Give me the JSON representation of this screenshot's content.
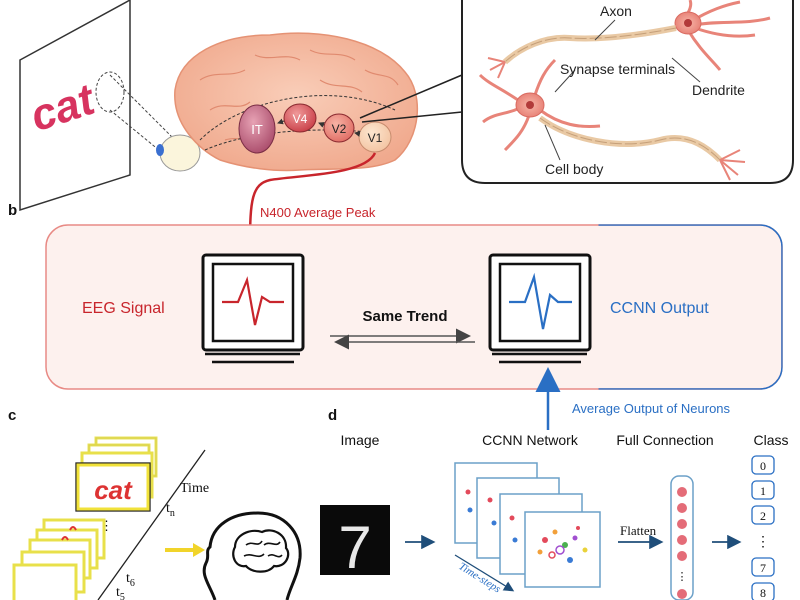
{
  "panel_a": {
    "word": "cat",
    "areas": {
      "it": "IT",
      "v4": "V4",
      "v2": "V2",
      "v1": "V1"
    },
    "neuron": {
      "axon": "Axon",
      "synapse": "Synapse terminals",
      "dendrite": "Dendrite",
      "cell_body": "Cell body"
    },
    "n400_label": "N400 Average Peak"
  },
  "panel_b": {
    "tag": "b",
    "eeg_label": "EEG Signal",
    "trend_label": "Same Trend",
    "ccnn_output_label": "CCNN Output",
    "avg_output_label": "Average Output of Neurons"
  },
  "panel_c": {
    "tag": "c",
    "time_label": "Time",
    "tn": "t",
    "tn_sub": "n",
    "t6": "t",
    "t6_sub": "6",
    "t5": "t",
    "t5_sub": "5",
    "card_word": "cat",
    "dots": "⋮"
  },
  "panel_d": {
    "tag": "d",
    "image_header": "Image",
    "network_header": "CCNN Network",
    "fc_header": "Full Connection",
    "class_header": "Class",
    "digit": "7",
    "flatten": "Flatten",
    "time_steps": "Time-steps",
    "classes": [
      "0",
      "1",
      "2",
      "⋮",
      "7",
      "8"
    ]
  },
  "colors": {
    "red": "#c8252c",
    "blue": "#2a6fc4",
    "panel_b_fill": "#fdf1ee"
  }
}
